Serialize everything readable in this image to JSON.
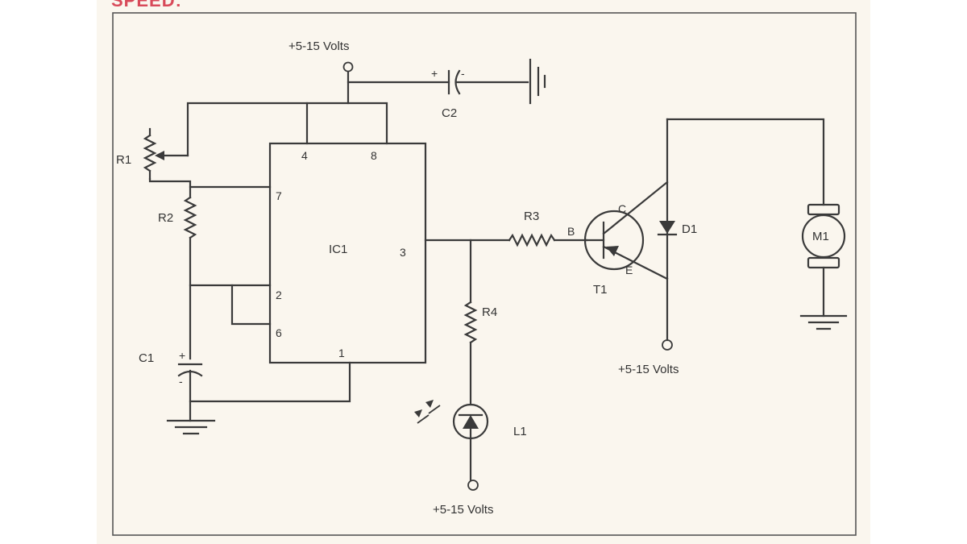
{
  "header_text": "SPEED:",
  "labels": {
    "vcc_top": "+5-15 Volts",
    "vcc_mid": "+5-15 Volts",
    "vcc_bottom": "+5-15 Volts",
    "r1": "R1",
    "r2": "R2",
    "r3": "R3",
    "r4": "R4",
    "c1": "C1",
    "c2": "C2",
    "ic1": "IC1",
    "t1": "T1",
    "d1": "D1",
    "m1": "M1",
    "l1": "L1"
  },
  "pins": {
    "p4": "4",
    "p8": "8",
    "p7": "7",
    "p3": "3",
    "p2": "2",
    "p6": "6",
    "p1": "1"
  },
  "transistor": {
    "base": "B",
    "collector": "C",
    "emitter": "E"
  },
  "polarity": {
    "c2_plus": "+",
    "c2_minus": "-",
    "c1_plus": "+",
    "c1_minus": "-"
  }
}
